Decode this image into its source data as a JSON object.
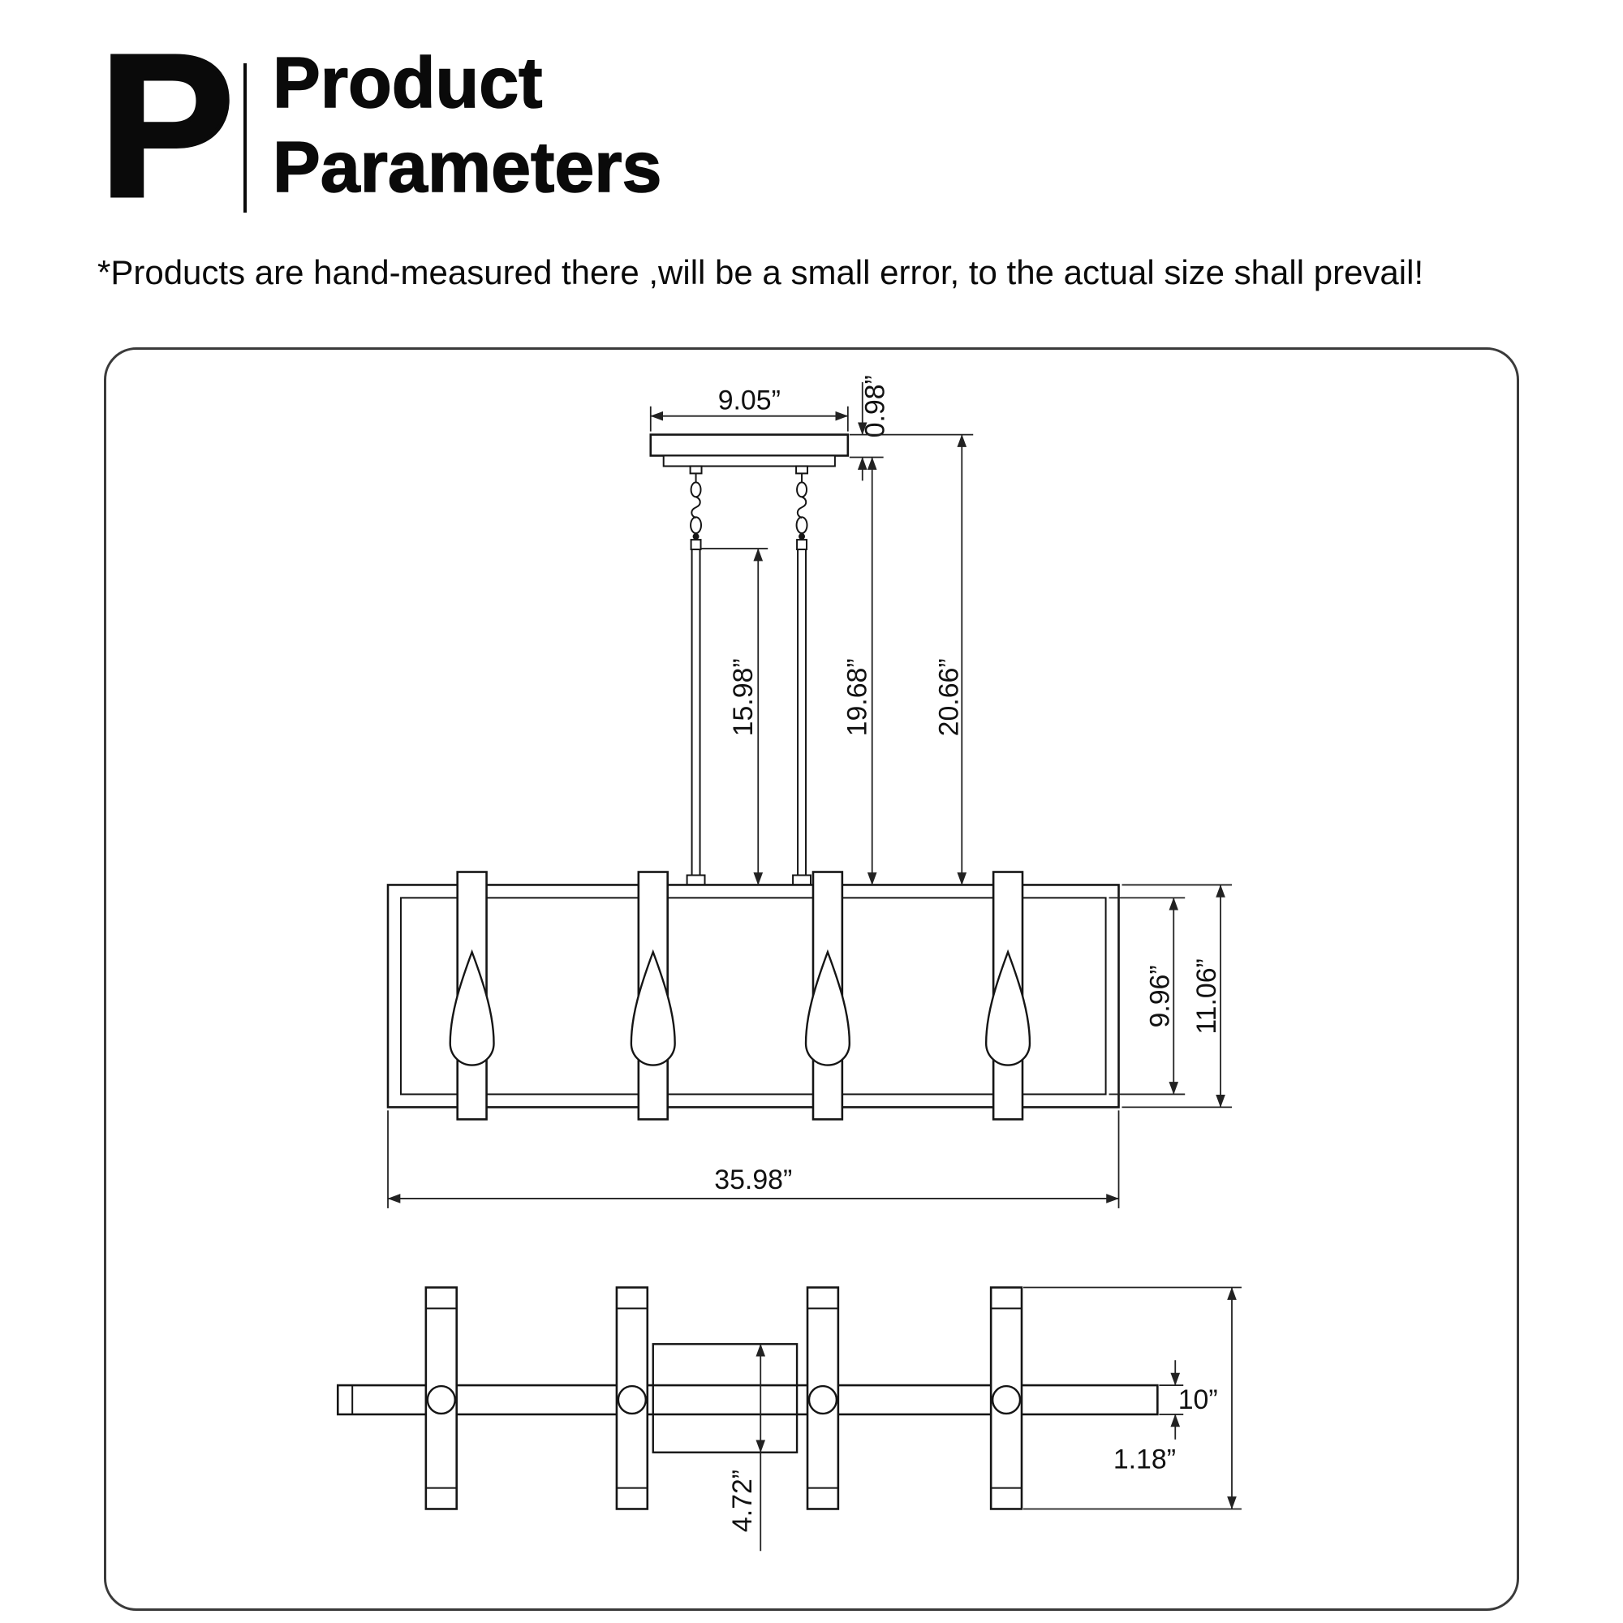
{
  "header": {
    "monogram": "P",
    "title_line1": "Product",
    "title_line2": "Parameters",
    "disclaimer": "*Products are hand-measured there ,will be a small error, to the actual size shall prevail!"
  },
  "diagram": {
    "side_view": {
      "canopy_width": "9.05”",
      "canopy_height": "0.98”",
      "rod_length": "15.98”",
      "drop_canopy_to_body": "19.68”",
      "overall_drop": "20.66”",
      "shade_height": "9.96”",
      "body_height": "11.06”",
      "body_length": "35.98”"
    },
    "top_view": {
      "canopy_depth": "4.72”",
      "crossbar_length": "10”",
      "rail_width": "1.18”"
    }
  }
}
